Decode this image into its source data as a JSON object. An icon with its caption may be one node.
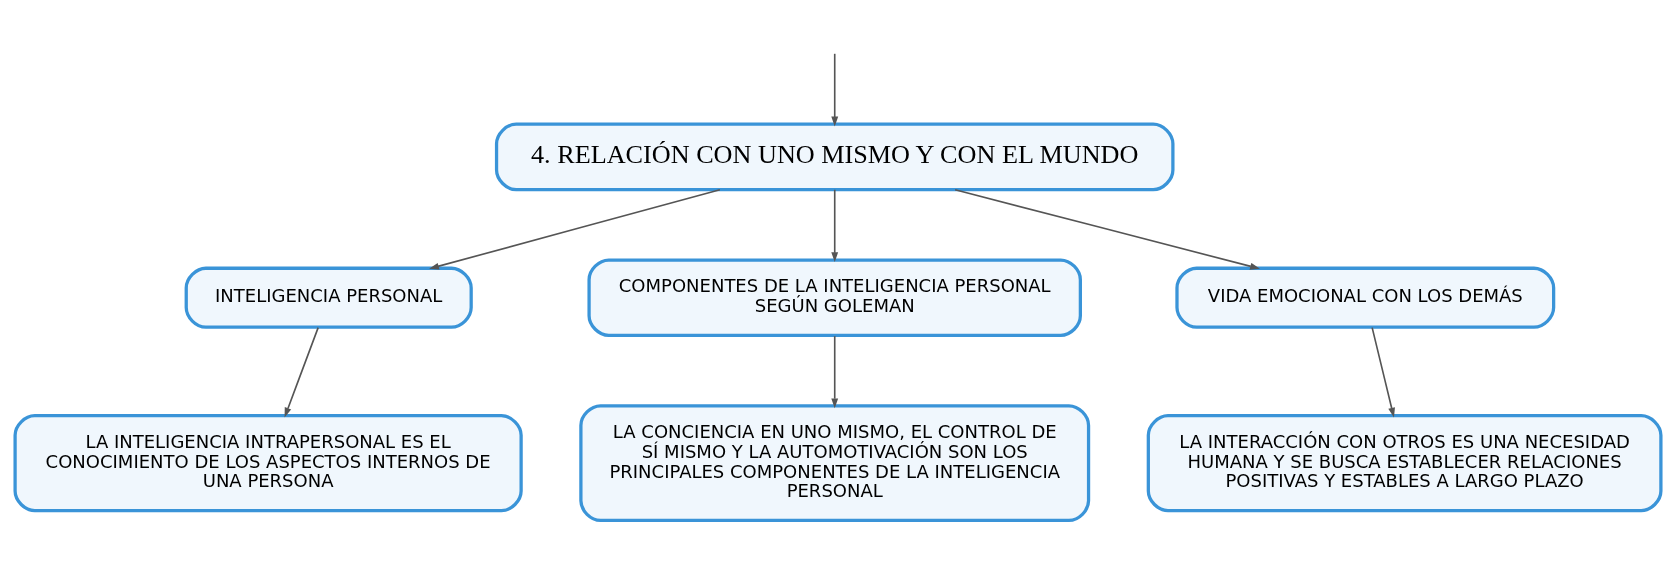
{
  "diagram": {
    "nodes": [
      {
        "text": [
          "4. RELACIÓN CON UNO MISMO Y CON EL MUNDO"
        ]
      },
      {
        "text": [
          "INTELIGENCIA PERSONAL"
        ]
      },
      {
        "text": [
          "COMPONENTES DE LA INTELIGENCIA PERSONAL SEGÚN GOLEMAN"
        ]
      },
      {
        "text": [
          "VIDA EMOCIONAL CON LOS DEMÁS"
        ]
      },
      {
        "text": [
          "LA INTELIGENCIA INTRAPERSONAL ES EL CONOCIMIENTO DE LOS ASPECTOS INTERNOS DE UNA PERSONA"
        ]
      },
      {
        "text": [
          "LA CONCIENCIA EN UNO MISMO, EL CONTROL DE SÍ MISMO Y LA AUTOMOTIVACIÓN SON LOS PRINCIPALES COMPONENTES DE LA INTELIGENCIA PERSONAL"
        ]
      },
      {
        "text": [
          "LA INTERACCIÓN CON OTROS ES UNA NECESIDAD HUMANA Y SE BUSCA ESTABLECER RELACIONES POSITIVAS Y ESTABLES A LARGO PLAZO"
        ]
      }
    ],
    "edges": [
      {
        "from": null,
        "to": 0,
        "arrow": "to"
      },
      {
        "from": 0,
        "to": 1,
        "arrow": "to"
      },
      {
        "from": 0,
        "to": 2,
        "arrow": "to"
      },
      {
        "from": 0,
        "to": 3,
        "arrow": "to"
      },
      {
        "from": 1,
        "to": 4,
        "arrow": "to"
      },
      {
        "from": 2,
        "to": 5,
        "arrow": "to"
      },
      {
        "from": 3,
        "to": 6,
        "arrow": "to"
      }
    ]
  }
}
